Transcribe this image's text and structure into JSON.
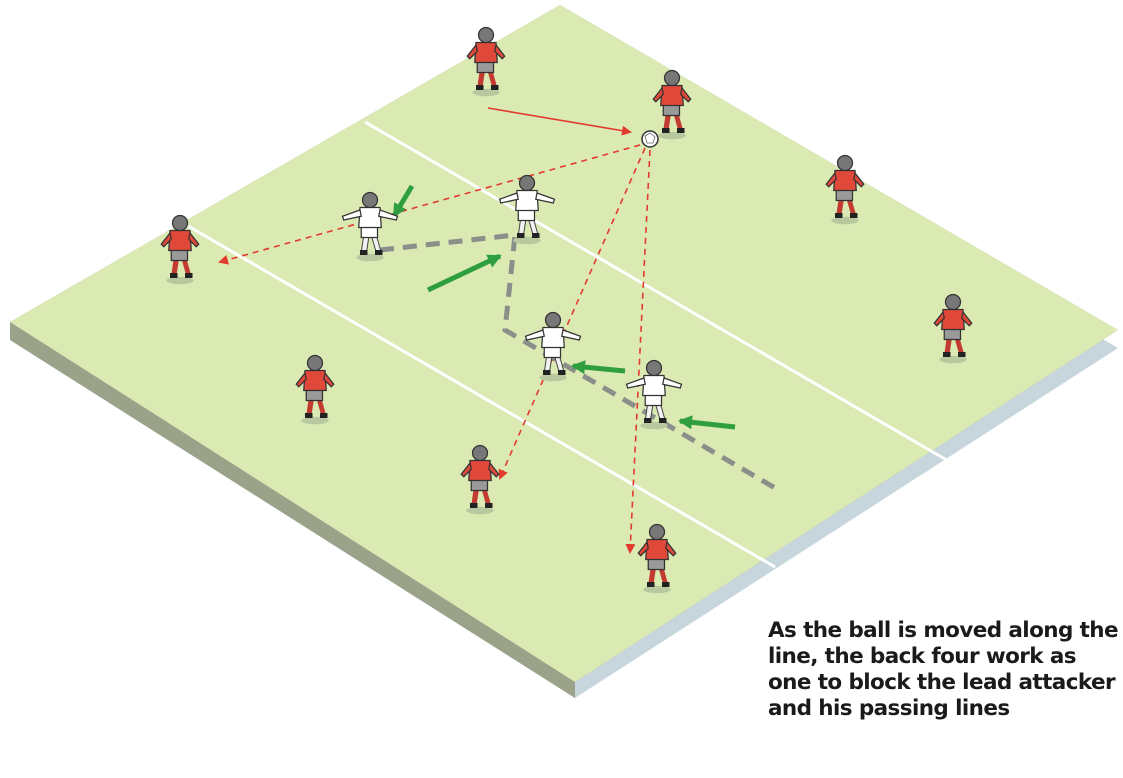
{
  "caption": {
    "text": "As the ball is moved along the line, the back four work as one to block the lead attacker and his passing lines"
  },
  "colors": {
    "pitch": "#dbe9b3",
    "pitch_edge": "#9aa28a",
    "pitch_shadow": "#c6d6dc",
    "attacker_shirt": "#e0483a",
    "defender_shirt": "#ffffff",
    "pass_line": "#e23b2e",
    "movement_arrow": "#2e9e3e",
    "defensive_shape": "#8a8f8a"
  },
  "legend": {
    "attackers": "red team",
    "defenders": "white team (back four)",
    "passes": "red arrows",
    "defender_movement": "green arrows",
    "defensive_line": "grey dashed line"
  }
}
